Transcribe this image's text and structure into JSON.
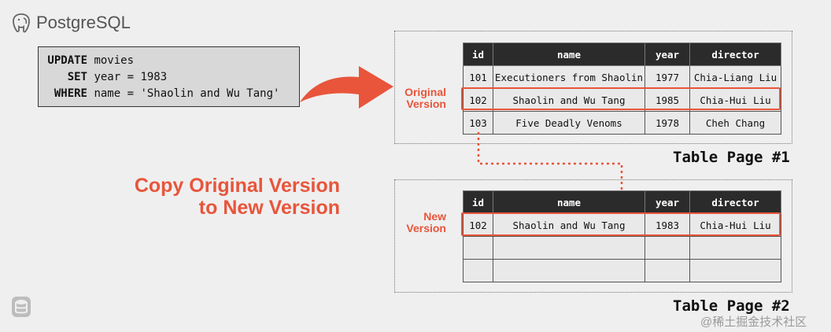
{
  "brand": {
    "name": "PostgreSQL",
    "icon": "elephant-icon"
  },
  "sql": {
    "lines": [
      {
        "keyword": "UPDATE",
        "rest": "movies"
      },
      {
        "keyword": "SET",
        "rest": "year = 1983"
      },
      {
        "keyword": "WHERE",
        "rest": "name = 'Shaolin and Wu Tang'"
      }
    ]
  },
  "table_columns": [
    "id",
    "name",
    "year",
    "director"
  ],
  "page1": {
    "label": "Table Page #1",
    "rows": [
      [
        "101",
        "Executioners from Shaolin",
        "1977",
        "Chia-Liang Liu"
      ],
      [
        "102",
        "Shaolin and Wu Tang",
        "1985",
        "Chia-Hui Liu"
      ],
      [
        "103",
        "Five Deadly Venoms",
        "1978",
        "Cheh Chang"
      ]
    ],
    "version_label_line1": "Original",
    "version_label_line2": "Version"
  },
  "page2": {
    "label": "Table Page #2",
    "rows": [
      [
        "102",
        "Shaolin and Wu Tang",
        "1983",
        "Chia-Hui Liu"
      ],
      [
        "",
        "",
        "",
        ""
      ],
      [
        "",
        "",
        "",
        ""
      ]
    ],
    "version_label_line1": "New",
    "version_label_line2": "Version"
  },
  "copy_caption": {
    "line1": "Copy Original Version",
    "line2": "to New Version"
  },
  "watermark": "@稀土掘金技术社区",
  "colors": {
    "accent": "#e8553b",
    "header_bg": "#2b2b2b",
    "cell_bg": "#e9e9e9",
    "sql_bg": "#d8d8d8"
  }
}
